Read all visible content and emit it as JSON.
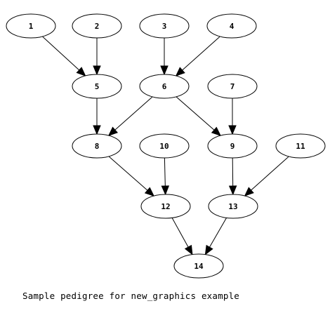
{
  "diagram": {
    "caption": "Sample pedigree for new_graphics example",
    "nodes": [
      {
        "id": "1",
        "label": "1"
      },
      {
        "id": "2",
        "label": "2"
      },
      {
        "id": "3",
        "label": "3"
      },
      {
        "id": "4",
        "label": "4"
      },
      {
        "id": "5",
        "label": "5"
      },
      {
        "id": "6",
        "label": "6"
      },
      {
        "id": "7",
        "label": "7"
      },
      {
        "id": "8",
        "label": "8"
      },
      {
        "id": "9",
        "label": "9"
      },
      {
        "id": "10",
        "label": "10"
      },
      {
        "id": "11",
        "label": "11"
      },
      {
        "id": "12",
        "label": "12"
      },
      {
        "id": "13",
        "label": "13"
      },
      {
        "id": "14",
        "label": "14"
      }
    ],
    "edges": [
      {
        "from": "1",
        "to": "5"
      },
      {
        "from": "2",
        "to": "5"
      },
      {
        "from": "3",
        "to": "6"
      },
      {
        "from": "4",
        "to": "6"
      },
      {
        "from": "5",
        "to": "8"
      },
      {
        "from": "6",
        "to": "8"
      },
      {
        "from": "6",
        "to": "9"
      },
      {
        "from": "7",
        "to": "9"
      },
      {
        "from": "8",
        "to": "12"
      },
      {
        "from": "10",
        "to": "12"
      },
      {
        "from": "9",
        "to": "13"
      },
      {
        "from": "11",
        "to": "13"
      },
      {
        "from": "12",
        "to": "14"
      },
      {
        "from": "13",
        "to": "14"
      }
    ],
    "colors": {
      "stroke": "#000000",
      "fill": "#ffffff",
      "background": "#ffffff"
    }
  }
}
